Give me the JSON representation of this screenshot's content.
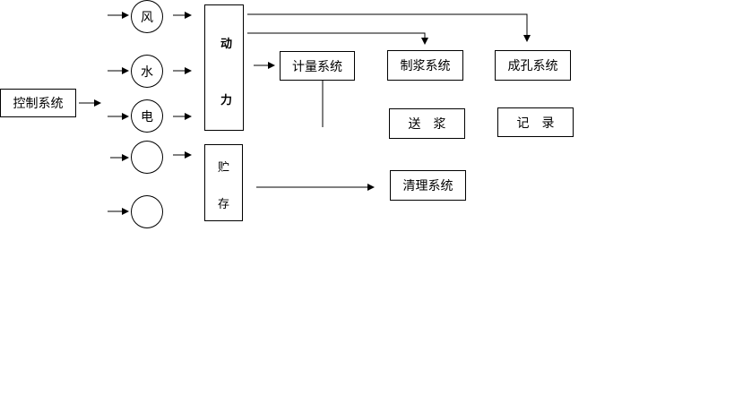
{
  "nodes": {
    "control": "控制系统",
    "wind": "风",
    "water": "水",
    "electric": "电",
    "power_1": "动",
    "power_2": "力",
    "storage_1": "贮",
    "storage_2": "存",
    "metering": "计量系统",
    "pulping": "制浆系统",
    "hole_forming": "成孔系统",
    "slurry_delivery": "送　浆",
    "recording": "记　录",
    "cleaning": "清理系统"
  }
}
